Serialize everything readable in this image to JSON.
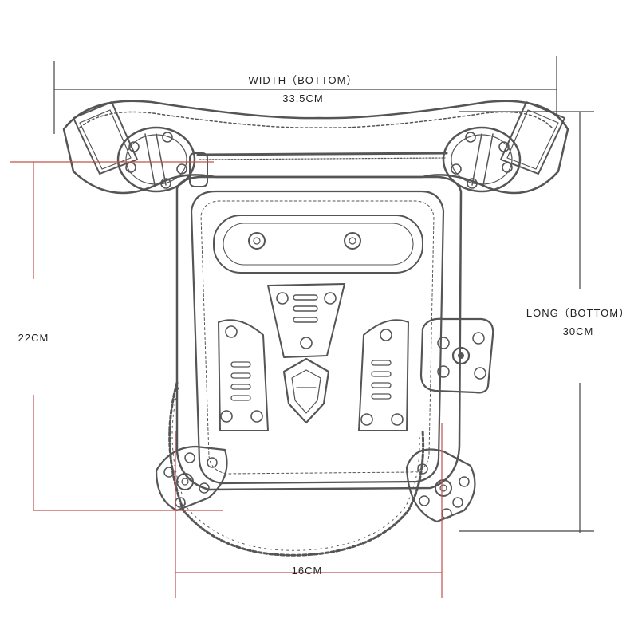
{
  "dimensions": {
    "width_title": "WIDTH（BOTTOM）",
    "width_value": "33.5CM",
    "long_title": "LONG（BOTTOM）",
    "long_value": "30CM",
    "height_value": "22CM",
    "depth_value": "16CM"
  },
  "colors": {
    "line_gray": "#444444",
    "line_red": "#c0504d",
    "sketch": "#555555",
    "text": "#222222"
  }
}
